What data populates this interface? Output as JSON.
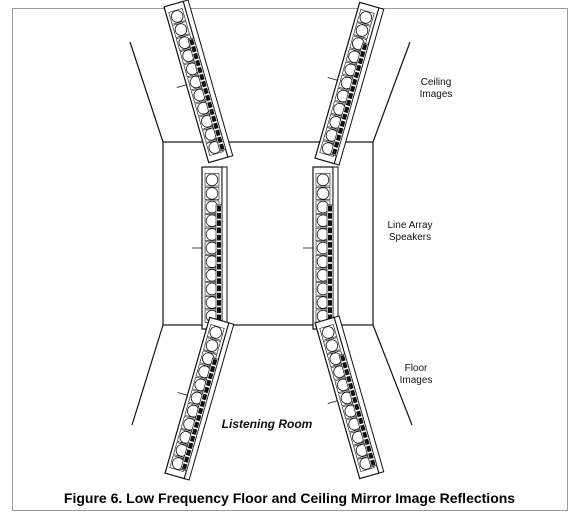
{
  "labels": {
    "ceiling_line1": "Ceiling",
    "ceiling_line2": "Images",
    "line_array_line1": "Line Array",
    "line_array_line2": "Speakers",
    "floor_line1": "Floor",
    "floor_line2": "Images",
    "listening_room": "Listening Room"
  },
  "caption": "Figure 6.  Low Frequency Floor and Ceiling Mirror Image Reflections",
  "speaker": {
    "woofer_count": 11,
    "tweeter_count": 16
  },
  "colors": {
    "line": "#111111",
    "frame": "#9a9a9a"
  }
}
